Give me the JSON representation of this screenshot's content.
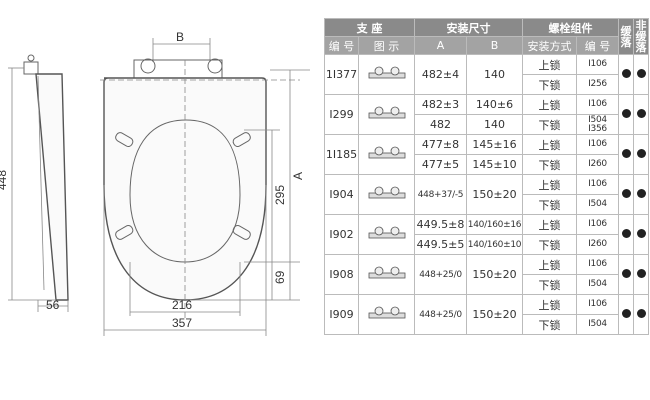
{
  "drawing": {
    "dim_B": "B",
    "dim_A": "A",
    "dim_448": "448",
    "dim_295": "295",
    "dim_69": "69",
    "dim_56": "56",
    "dim_216": "216",
    "dim_357": "357"
  },
  "table": {
    "group_headers": {
      "bracket": "支  座",
      "install_size": "安装尺寸",
      "bolt_kit": "螺栓组件",
      "slow_drop": "缓落",
      "non_slow_drop": "非缓落"
    },
    "sub_headers": {
      "code": "编 号",
      "image": "图  示",
      "a": "A",
      "b": "B",
      "install_method": "安装方式",
      "bolt_code": "编  号"
    },
    "products": [
      {
        "code": "1I377",
        "rows": [
          {
            "a": "482±4",
            "b": "140"
          }
        ],
        "bolts": [
          {
            "method": "上锁",
            "code": "I106"
          },
          {
            "method": "下锁",
            "code": "I256"
          }
        ]
      },
      {
        "code": "I299",
        "rows": [
          {
            "a": "482±3",
            "b": "140±6"
          },
          {
            "a": "482",
            "b": "140"
          }
        ],
        "bolts": [
          {
            "method": "上锁",
            "code": "I106"
          },
          {
            "method": "下锁",
            "code": "I504\nI356"
          }
        ]
      },
      {
        "code": "1I185",
        "rows": [
          {
            "a": "477±8",
            "b": "145±16"
          },
          {
            "a": "477±5",
            "b": "145±10"
          }
        ],
        "bolts": [
          {
            "method": "上锁",
            "code": "I106"
          },
          {
            "method": "下锁",
            "code": "I260"
          }
        ]
      },
      {
        "code": "I904",
        "rows": [
          {
            "a": "448+37/-5",
            "b": "150±20"
          }
        ],
        "bolts": [
          {
            "method": "上锁",
            "code": "I106"
          },
          {
            "method": "下锁",
            "code": "I504"
          }
        ]
      },
      {
        "code": "I902",
        "rows": [
          {
            "a": "449.5±8",
            "b": "140/160±16"
          },
          {
            "a": "449.5±5",
            "b": "140/160±10"
          }
        ],
        "bolts": [
          {
            "method": "上锁",
            "code": "I106"
          },
          {
            "method": "下锁",
            "code": "I260"
          }
        ]
      },
      {
        "code": "I908",
        "rows": [
          {
            "a": "448+25/0",
            "b": "150±20"
          }
        ],
        "bolts": [
          {
            "method": "上锁",
            "code": "I106"
          },
          {
            "method": "下锁",
            "code": "I504"
          }
        ]
      },
      {
        "code": "I909",
        "rows": [
          {
            "a": "448+25/0",
            "b": "150±20"
          }
        ],
        "bolts": [
          {
            "method": "上锁",
            "code": "I106"
          },
          {
            "method": "下锁",
            "code": "I504"
          }
        ]
      }
    ]
  }
}
